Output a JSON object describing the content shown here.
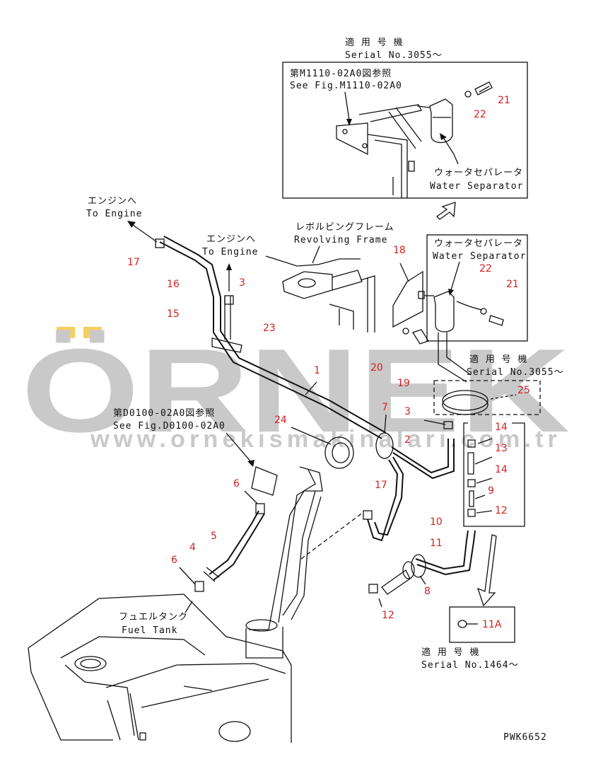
{
  "watermark": {
    "logo": "ÖRNEK",
    "url": "www.ornekismakinalari.com.tr",
    "dot_color": "#f3d061",
    "text_color": "#c9c9c9"
  },
  "labels": {
    "top_serial_jp": "適 用 号 機",
    "top_serial_en": "Serial No.3055～",
    "ref_m_jp": "第M1110-02A0図参照",
    "ref_m_en": "See Fig.M1110-02A0",
    "ws_top_jp": "ウォータセパレータ",
    "ws_top_en": "Water Separator",
    "engine1_jp": "エンジンへ",
    "engine1_en": "To Engine",
    "engine2_jp": "エンジンへ",
    "engine2_en": "To Engine",
    "rev_jp": "レボルビングフレーム",
    "rev_en": "Revolving Frame",
    "ws_mid_jp": "ウォータセパレータ",
    "ws_mid_en": "Water Separator",
    "mid_serial_jp": "適 用 号 機",
    "mid_serial_en": "Serial No.3055～",
    "ref_d_jp": "第D0100-02A0図参照",
    "ref_d_en": "See Fig.D0100-02A0",
    "tank_jp": "フュエルタンク",
    "tank_en": "Fuel Tank",
    "bot_serial_jp": "適 用 号 機",
    "bot_serial_en": "Serial No.1464～",
    "drawing_code": "PWK6652"
  },
  "callouts": {
    "c21a": "21",
    "c22a": "22",
    "c17a": "17",
    "c16": "16",
    "c15": "15",
    "c3a": "3",
    "c23": "23",
    "c18": "18",
    "c22b": "22",
    "c21b": "21",
    "c1": "1",
    "c20": "20",
    "c19": "19",
    "c25": "25",
    "c24": "24",
    "c7": "7",
    "c3b": "3",
    "c2": "2",
    "c14a": "14",
    "c13": "13",
    "c14b": "14",
    "c9": "9",
    "c12a": "12",
    "c6a": "6",
    "c17b": "17",
    "c10": "10",
    "c11": "11",
    "c5": "5",
    "c4": "4",
    "c6b": "6",
    "c8": "8",
    "c12b": "12",
    "c11a": "11A"
  }
}
